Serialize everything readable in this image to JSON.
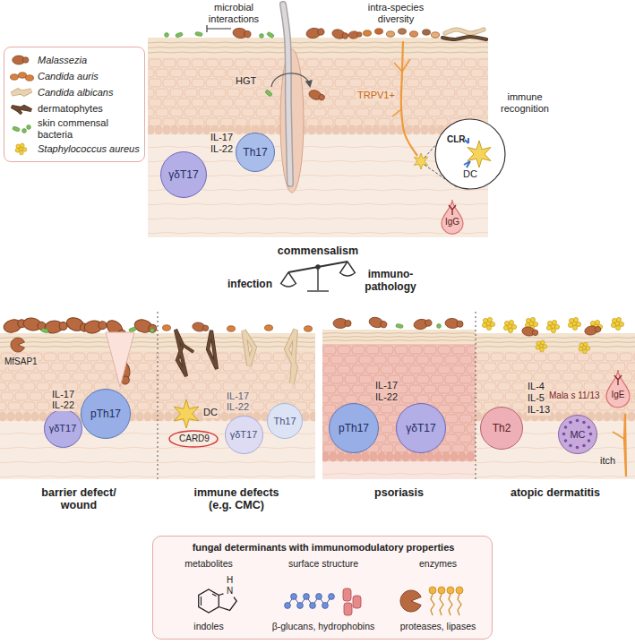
{
  "diagram": {
    "nodes": [
      {
        "text": [
          "commensalism"
        ]
      },
      {
        "text": [
          "γδT17"
        ],
        "in": 0
      },
      {
        "text": [
          "Th17"
        ],
        "in": 0
      },
      {
        "text": [
          "immune recognition",
          "CLR",
          "DC"
        ]
      },
      {
        "text": [
          "IgG"
        ]
      },
      {
        "text": [
          "barrier defect/ wound"
        ]
      },
      {
        "text": [
          "γδT17"
        ],
        "in": 5
      },
      {
        "text": [
          "pTh17"
        ],
        "in": 5
      },
      {
        "text": [
          "immune defects (e.g. CMC)"
        ]
      },
      {
        "text": [
          "DC",
          "CARD9"
        ],
        "in": 8
      },
      {
        "text": [
          "γδT17"
        ],
        "in": 8
      },
      {
        "text": [
          "Th17"
        ],
        "in": 8
      },
      {
        "text": [
          "psoriasis"
        ]
      },
      {
        "text": [
          "pTh17"
        ],
        "in": 12
      },
      {
        "text": [
          "γδT17"
        ],
        "in": 12
      },
      {
        "text": [
          "atopic dermatitis"
        ]
      },
      {
        "text": [
          "Th2"
        ],
        "in": 15
      },
      {
        "text": [
          "MC"
        ],
        "in": 15
      },
      {
        "text": [
          "IgE"
        ]
      },
      {
        "text": [
          "fungal determinants with immunomodulatory properties",
          "metabolites",
          "surface structure",
          "enzymes",
          "indoles",
          "β-glucans, hydrophobins",
          "proteases, lipases"
        ]
      }
    ],
    "labels": [
      "microbial interactions",
      "intra-species diversity",
      "HGT",
      "IL-17",
      "IL-22",
      "TRPV1+",
      "infection",
      "immuno- pathology",
      "MfSAP1",
      "IL-17",
      "IL-22",
      "IL-17",
      "IL-22",
      "IL-17",
      "IL-22",
      "IL-4",
      "IL-5",
      "IL-13",
      "Mala s 11/13",
      "itch",
      "H",
      "N"
    ],
    "legend": [
      {
        "text": "Malassezia",
        "color": "#b8693f"
      },
      {
        "text": "Candida auris",
        "color": "#d9823f"
      },
      {
        "text": "Candida albicans",
        "color": "#e9d2b0"
      },
      {
        "text": "dermatophytes",
        "color": "#6b4a34"
      },
      {
        "text": "skin commensal bacteria",
        "color": "#7cbf5a"
      },
      {
        "text": "Staphylococcus aureus",
        "color": "#f3cf3a"
      }
    ]
  }
}
